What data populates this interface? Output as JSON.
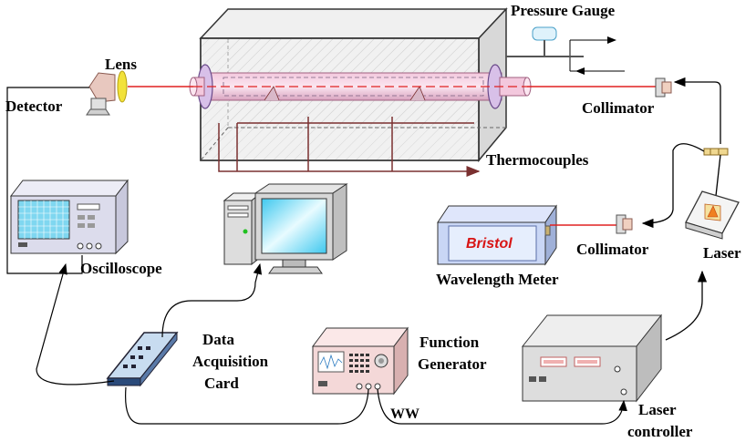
{
  "labels": {
    "pressure_gauge": "Pressure Gauge",
    "lens": "Lens",
    "detector": "Detector",
    "collimator_top": "Collimator",
    "thermocouples": "Thermocouples",
    "oscilloscope": "Oscilloscope",
    "bristol": "Bristol",
    "wavelength_meter": "Wavelength Meter",
    "collimator_mid": "Collimator",
    "laser": "Laser",
    "daq_line1": "Data",
    "daq_line2": "Acquisition",
    "daq_line3": "Card",
    "function_line1": "Function",
    "function_line2": "Generator",
    "laser_ctrl_line1": "Laser",
    "laser_ctrl_line2": "controller",
    "waveform": "WW"
  },
  "colors": {
    "beam": "#e02020",
    "cable": "#000000",
    "thermo_wire": "#7a3030",
    "chamber_fill": "#e6e6e6",
    "screen_blue": "#7fd7f0",
    "oscilloscope_body": "#dcdcec",
    "generator_body": "#f4d8d8",
    "meter_body": "#c9d6f5",
    "lens_yellow": "#f2e23a"
  }
}
